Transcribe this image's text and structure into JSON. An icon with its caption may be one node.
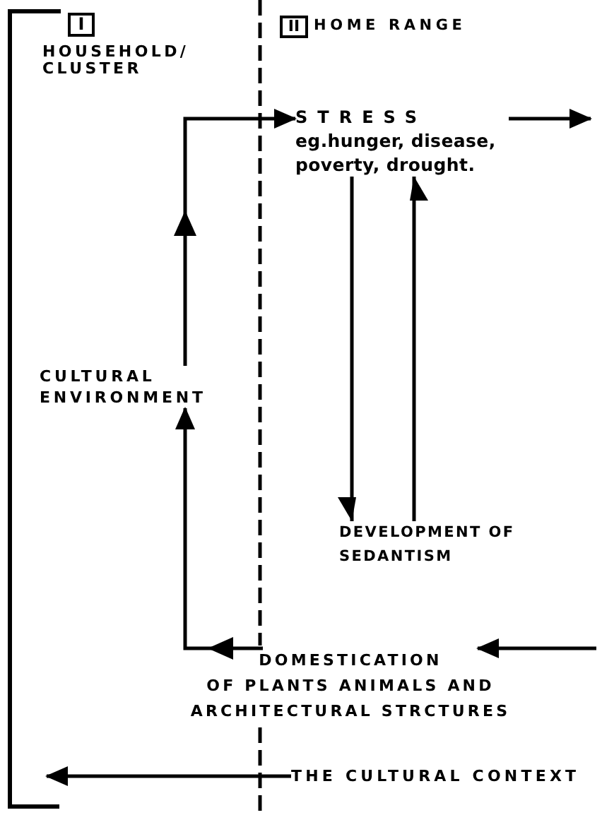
{
  "diagram": {
    "nodes": [
      {
        "text": [
          "I"
        ],
        "beside": [
          "HOUSEHOLD/ CLUSTER"
        ]
      },
      {
        "text": [
          "II"
        ],
        "beside": [
          "HOME RANGE"
        ]
      },
      {
        "text": [
          "STRESS",
          "eg.hunger, disease, poverty, drought."
        ]
      },
      {
        "text": [
          "CULTURAL ENVIRONMENT"
        ]
      },
      {
        "text": [
          "DEVELOPMENT OF SEDANTISM"
        ]
      },
      {
        "text": [
          "DOMESTICATION OF PLANTS ANIMALS AND ARCHITECTURAL STRCTURES"
        ]
      },
      {
        "text": [
          "THE CULTURAL CONTEXT"
        ]
      }
    ],
    "edges": [
      {
        "from": 3,
        "to": 2,
        "arrow": "to"
      },
      {
        "from": 2,
        "to": null,
        "arrow": "to"
      },
      {
        "from": 2,
        "to": 4,
        "arrow": "to"
      },
      {
        "from": 4,
        "to": 2,
        "arrow": "to"
      },
      {
        "from": null,
        "to": 5,
        "arrow": "to"
      },
      {
        "from": 5,
        "to": 3,
        "arrow": "to"
      },
      {
        "from": 6,
        "to": null,
        "arrow": "to"
      }
    ]
  }
}
